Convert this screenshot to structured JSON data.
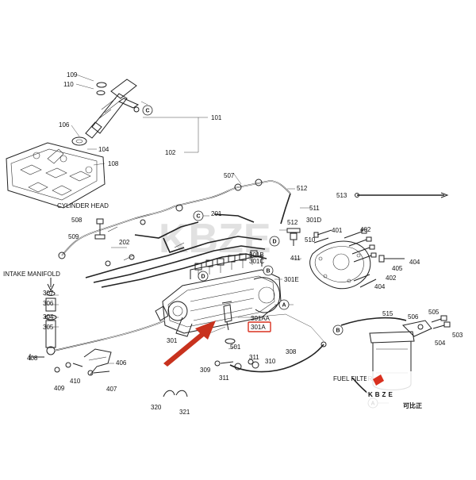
{
  "diagram": {
    "part_numbers": {
      "p109": "109",
      "p110": "110",
      "p101": "101",
      "p106": "106",
      "p104": "104",
      "p102": "102",
      "p108": "108",
      "p507": "507",
      "p512": "512",
      "p513": "513",
      "p511": "511",
      "p508": "508",
      "p201": "201",
      "p512b": "512",
      "p301d": "301D",
      "p509": "509",
      "p202": "202",
      "p510": "510",
      "p401": "401",
      "p402": "402",
      "p301b": "301B",
      "p301c": "301C",
      "p411": "411",
      "p404": "404",
      "p405": "405",
      "p402b": "402",
      "p404b": "404",
      "p301e": "301E",
      "p307": "307",
      "p306": "306",
      "p304": "304",
      "p305": "305",
      "p301aa": "301AA",
      "p301a": "301A",
      "p515": "515",
      "p506": "506",
      "p505": "505",
      "p503": "503",
      "p504": "504",
      "p301": "301",
      "p501": "501",
      "p308": "308",
      "p406": "406",
      "p309": "309",
      "p311": "311",
      "p310": "310",
      "p311b": "311",
      "p408": "408",
      "p409": "409",
      "p410": "410",
      "p407": "407",
      "p320": "320",
      "p321": "321"
    },
    "callouts": {
      "c_top": "C",
      "c_mid": "C",
      "d_top": "D",
      "d_pump": "D",
      "b_pump": "B",
      "a_pump": "A",
      "b_filter": "B",
      "a_filter": "A"
    },
    "labels": {
      "cylinder_head": "CYLINDER HEAD",
      "intake_manifold": "INTAKE MANIFOLD",
      "fuel_filter": "FUEL FILTER"
    },
    "watermark": {
      "text": "KBZE"
    },
    "brand": {
      "name": "KBZE",
      "chinese": "可比正"
    },
    "highlight_color": "#d9301f",
    "arrow_color": "#c8321e"
  }
}
